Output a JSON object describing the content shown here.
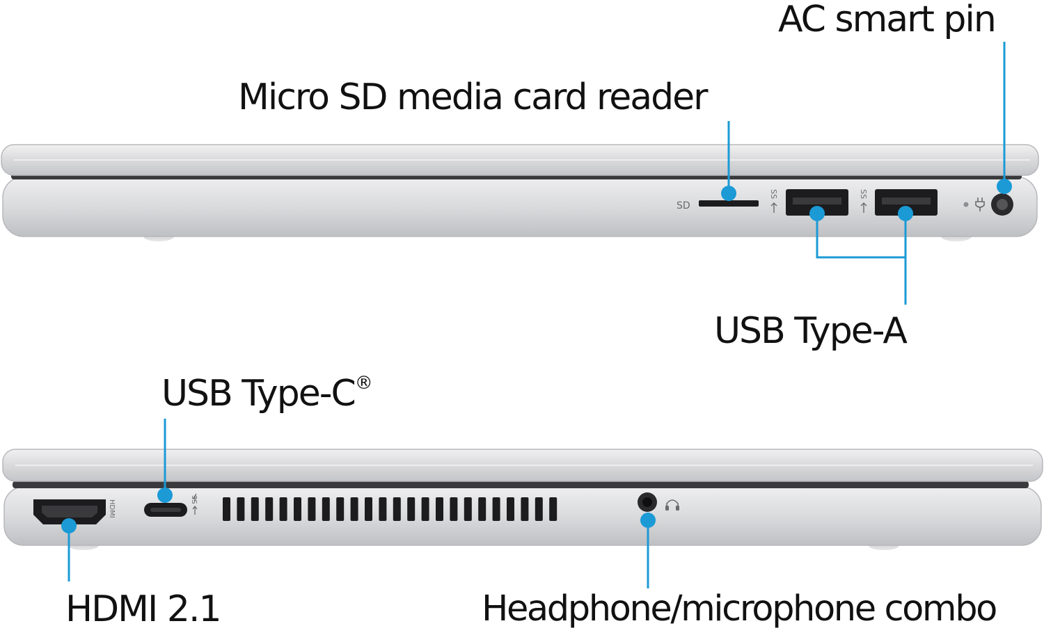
{
  "labels": {
    "ac_smart_pin": "AC smart pin",
    "micro_sd_reader": "Micro SD media card reader",
    "usb_type_a": "USB Type-A",
    "usb_type_c": "USB Type-C",
    "usb_type_c_mark": "®",
    "hdmi": "HDMI 2.1",
    "headphone_combo": "Headphone/microphone combo"
  },
  "port_markings": {
    "sd": "SD",
    "hdmi": "HDMI"
  },
  "icons": {
    "usb_superspeed": "usb-superspeed-icon",
    "usb_c_power": "usb-c-power-icon",
    "power_plug": "power-plug-icon",
    "headset": "headset-icon"
  },
  "colors": {
    "callout": "#1b9ad6",
    "label_text": "#111111",
    "chassis": "#d8d9db",
    "port_dark": "#1c1c1e"
  }
}
